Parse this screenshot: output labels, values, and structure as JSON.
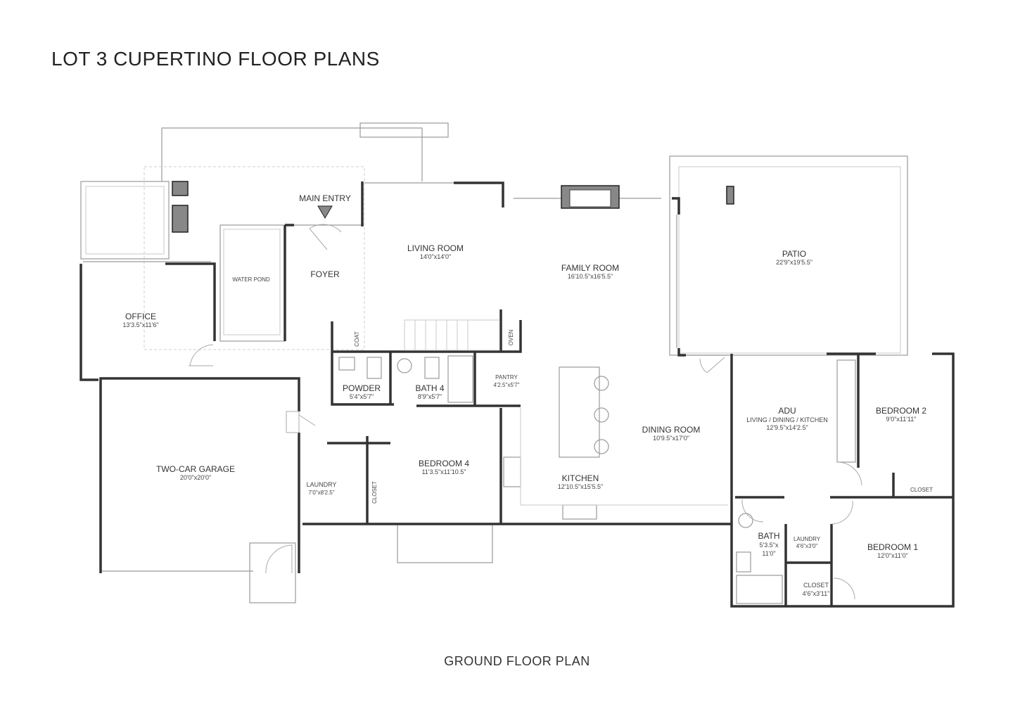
{
  "title": "LOT 3 CUPERTINO FLOOR PLANS",
  "caption": "GROUND FLOOR PLAN",
  "rooms": {
    "main_entry": {
      "name": "MAIN ENTRY"
    },
    "foyer": {
      "name": "FOYER"
    },
    "water_pond": {
      "name": "WATER POND"
    },
    "office": {
      "name": "OFFICE",
      "dims": "13'3.5\"x11'6\""
    },
    "garage": {
      "name": "TWO-CAR GARAGE",
      "dims": "20'0\"x20'0\""
    },
    "living": {
      "name": "LIVING ROOM",
      "dims": "14'0\"x14'0\""
    },
    "family": {
      "name": "FAMILY ROOM",
      "dims": "16'10.5\"x16'5.5\""
    },
    "patio": {
      "name": "PATIO",
      "dims": "22'9\"x19'5.5\""
    },
    "coat": {
      "name": "COAT"
    },
    "oven": {
      "name": "OVEN"
    },
    "powder": {
      "name": "POWDER",
      "dims": "5'4\"x5'7\""
    },
    "bath4": {
      "name": "BATH 4",
      "dims": "8'9\"x5'7\""
    },
    "pantry": {
      "name": "PANTRY",
      "dims": "4'2.5\"x5'7\""
    },
    "laundry": {
      "name": "LAUNDRY",
      "dims": "7'0\"x8'2.5\""
    },
    "closet_main": {
      "name": "CLOSET"
    },
    "bedroom4": {
      "name": "BEDROOM 4",
      "dims": "11'3.5\"x11'10.5\""
    },
    "kitchen": {
      "name": "KITCHEN",
      "dims": "12'10.5\"x15'5.5\""
    },
    "dining": {
      "name": "DINING ROOM",
      "dims": "10'9.5\"x17'0\""
    },
    "adu": {
      "name": "ADU",
      "sub": "LIVING / DINING / KITCHEN",
      "dims": "12'9.5\"x14'2.5\""
    },
    "bedroom2": {
      "name": "BEDROOM 2",
      "dims": "9'0\"x11'11\""
    },
    "closet_b2": {
      "name": "CLOSET"
    },
    "adu_bath": {
      "name": "BATH",
      "dims1": "5'3.5\"x",
      "dims2": "11'0\""
    },
    "adu_laundry": {
      "name": "LAUNDRY",
      "dims": "4'6\"x3'0\""
    },
    "adu_closet": {
      "name": "CLOSET",
      "dims": "4'6\"x3'11\""
    },
    "bedroom1": {
      "name": "BEDROOM 1",
      "dims": "12'0\"x11'0\""
    }
  }
}
